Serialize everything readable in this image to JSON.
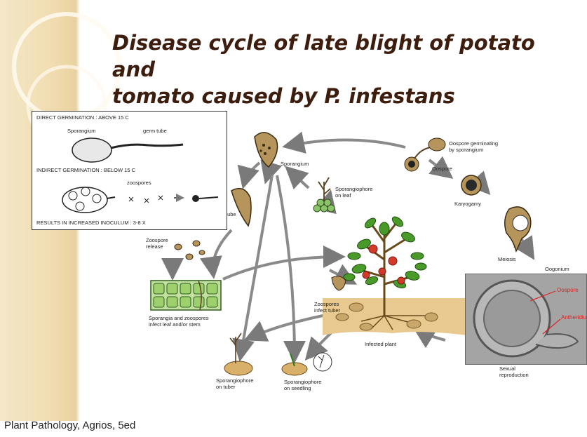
{
  "title_line1": "Disease cycle of late blight of potato and",
  "title_line2": "tomato caused by P. infestans",
  "footer": "Plant Pathology, Agrios, 5ed",
  "inset": {
    "direct": "DIRECT GERMINATION :  ABOVE 15 C",
    "sporangium": "Sporangium",
    "germ_tube": "germ tube",
    "indirect": "INDIRECT GERMINATION :  BELOW 15 C",
    "zoospores": "zoospores",
    "results": "RESULTS IN INCREASED INOCULUM :  3-8 X"
  },
  "labels": {
    "sporangium": "Sporangium",
    "sporangiophore_leaf_1": "Sporangiophore",
    "sporangiophore_leaf_2": "on leaf",
    "tube": "tube",
    "zoospore_release_1": "Zoospore",
    "zoospore_release_2": "release",
    "infect_1": "Sporangia and zoospores",
    "infect_2": "infect leaf and/or stem",
    "zoospores_tuber_1": "Zoospores",
    "zoospores_tuber_2": "infect tuber",
    "infected_plant": "Infected plant",
    "sp_tuber_1": "Sporangiophore",
    "sp_tuber_2": "on tuber",
    "sp_seedling_1": "Sporangiophore",
    "sp_seedling_2": "on seedling",
    "oospore_germ_1": "Oospore germinating",
    "oospore_germ_2": "by sporangium",
    "oospore": "Oospore",
    "karyogamy": "Karyogamy",
    "meiosis": "Meiosis",
    "oogonium": "Oogonium",
    "sexual_1": "Sexual",
    "sexual_2": "reproduction",
    "micro_oospore": "Oospore",
    "micro_antheridium": "Antheridiu"
  },
  "colors": {
    "title": "#3d1d0e",
    "arrow": "#7a7a7a",
    "leaf": "#4a9a2a",
    "fruit": "#d23a2a",
    "soil": "#e8c98f",
    "sporangium": "#b5955b"
  }
}
